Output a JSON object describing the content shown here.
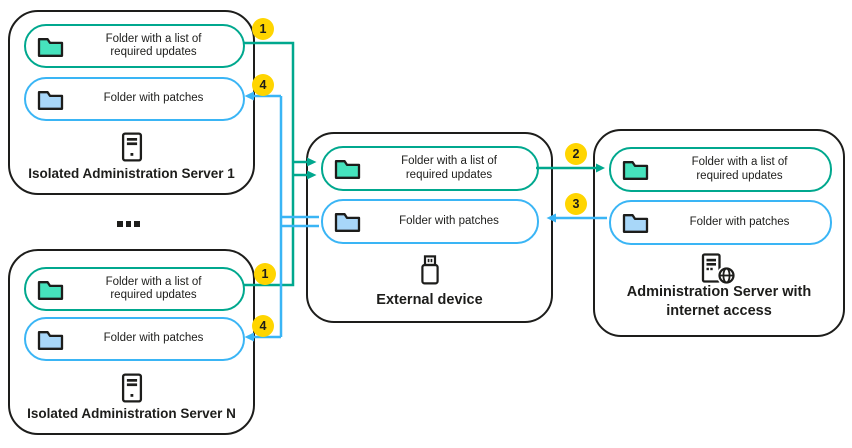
{
  "colors": {
    "teal_flow": "#00a88e",
    "blue_flow": "#3ab5f5",
    "folder_green_fill": "#46e3bd",
    "folder_blue_fill": "#a8d7f9",
    "badge_yellow": "#ffd500",
    "ink": "#1d1d1b",
    "background": "#ffffff"
  },
  "nodes": {
    "server1": {
      "label": "Isolated Administration Server 1",
      "icon": "server-icon",
      "folders": [
        {
          "label": "Folder with a list of required updates",
          "icon": "folder-updates-icon"
        },
        {
          "label": "Folder with patches",
          "icon": "folder-patches-icon"
        }
      ]
    },
    "serverN": {
      "label": "Isolated Administration Server N",
      "icon": "server-icon",
      "folders": [
        {
          "label": "Folder with a list of required updates",
          "icon": "folder-updates-icon"
        },
        {
          "label": "Folder with patches",
          "icon": "folder-patches-icon"
        }
      ]
    },
    "external": {
      "label": "External device",
      "icon": "usb-drive-icon",
      "folders": [
        {
          "label": "Folder with a list of required updates",
          "icon": "folder-updates-icon"
        },
        {
          "label": "Folder with patches",
          "icon": "folder-patches-icon"
        }
      ]
    },
    "admin": {
      "label": "Administration Server with internet access",
      "icon": "server-globe-icon",
      "folders": [
        {
          "label": "Folder with a list of required updates",
          "icon": "folder-updates-icon"
        },
        {
          "label": "Folder with patches",
          "icon": "folder-patches-icon"
        }
      ]
    }
  },
  "badges": {
    "step1_server1": "1",
    "step4_server1": "4",
    "step1_serverN": "1",
    "step4_serverN": "4",
    "step2": "2",
    "step3": "3"
  },
  "ellipsis_label": "..."
}
